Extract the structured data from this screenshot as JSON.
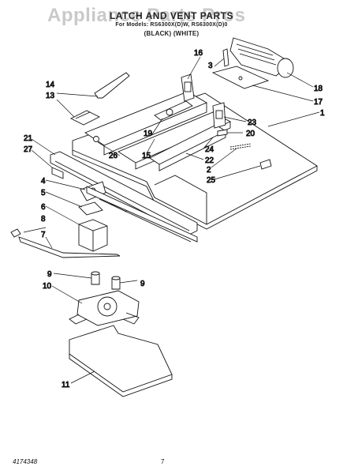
{
  "watermark": "Appliance Parts Pros",
  "header": {
    "title": "LATCH AND VENT PARTS",
    "models_line": "For Models: RS6300X(D)W, RS6300X(D)0",
    "colors_line": "(BLACK)          (WHITE)"
  },
  "callouts": [
    "1",
    "2",
    "3",
    "4",
    "5",
    "6",
    "7",
    "8",
    "9",
    "9",
    "10",
    "11",
    "13",
    "14",
    "15",
    "16",
    "17",
    "18",
    "19",
    "20",
    "21",
    "22",
    "23",
    "24",
    "25",
    "26",
    "27"
  ],
  "footer": {
    "doc_number": "4174348",
    "page_number": "7"
  }
}
